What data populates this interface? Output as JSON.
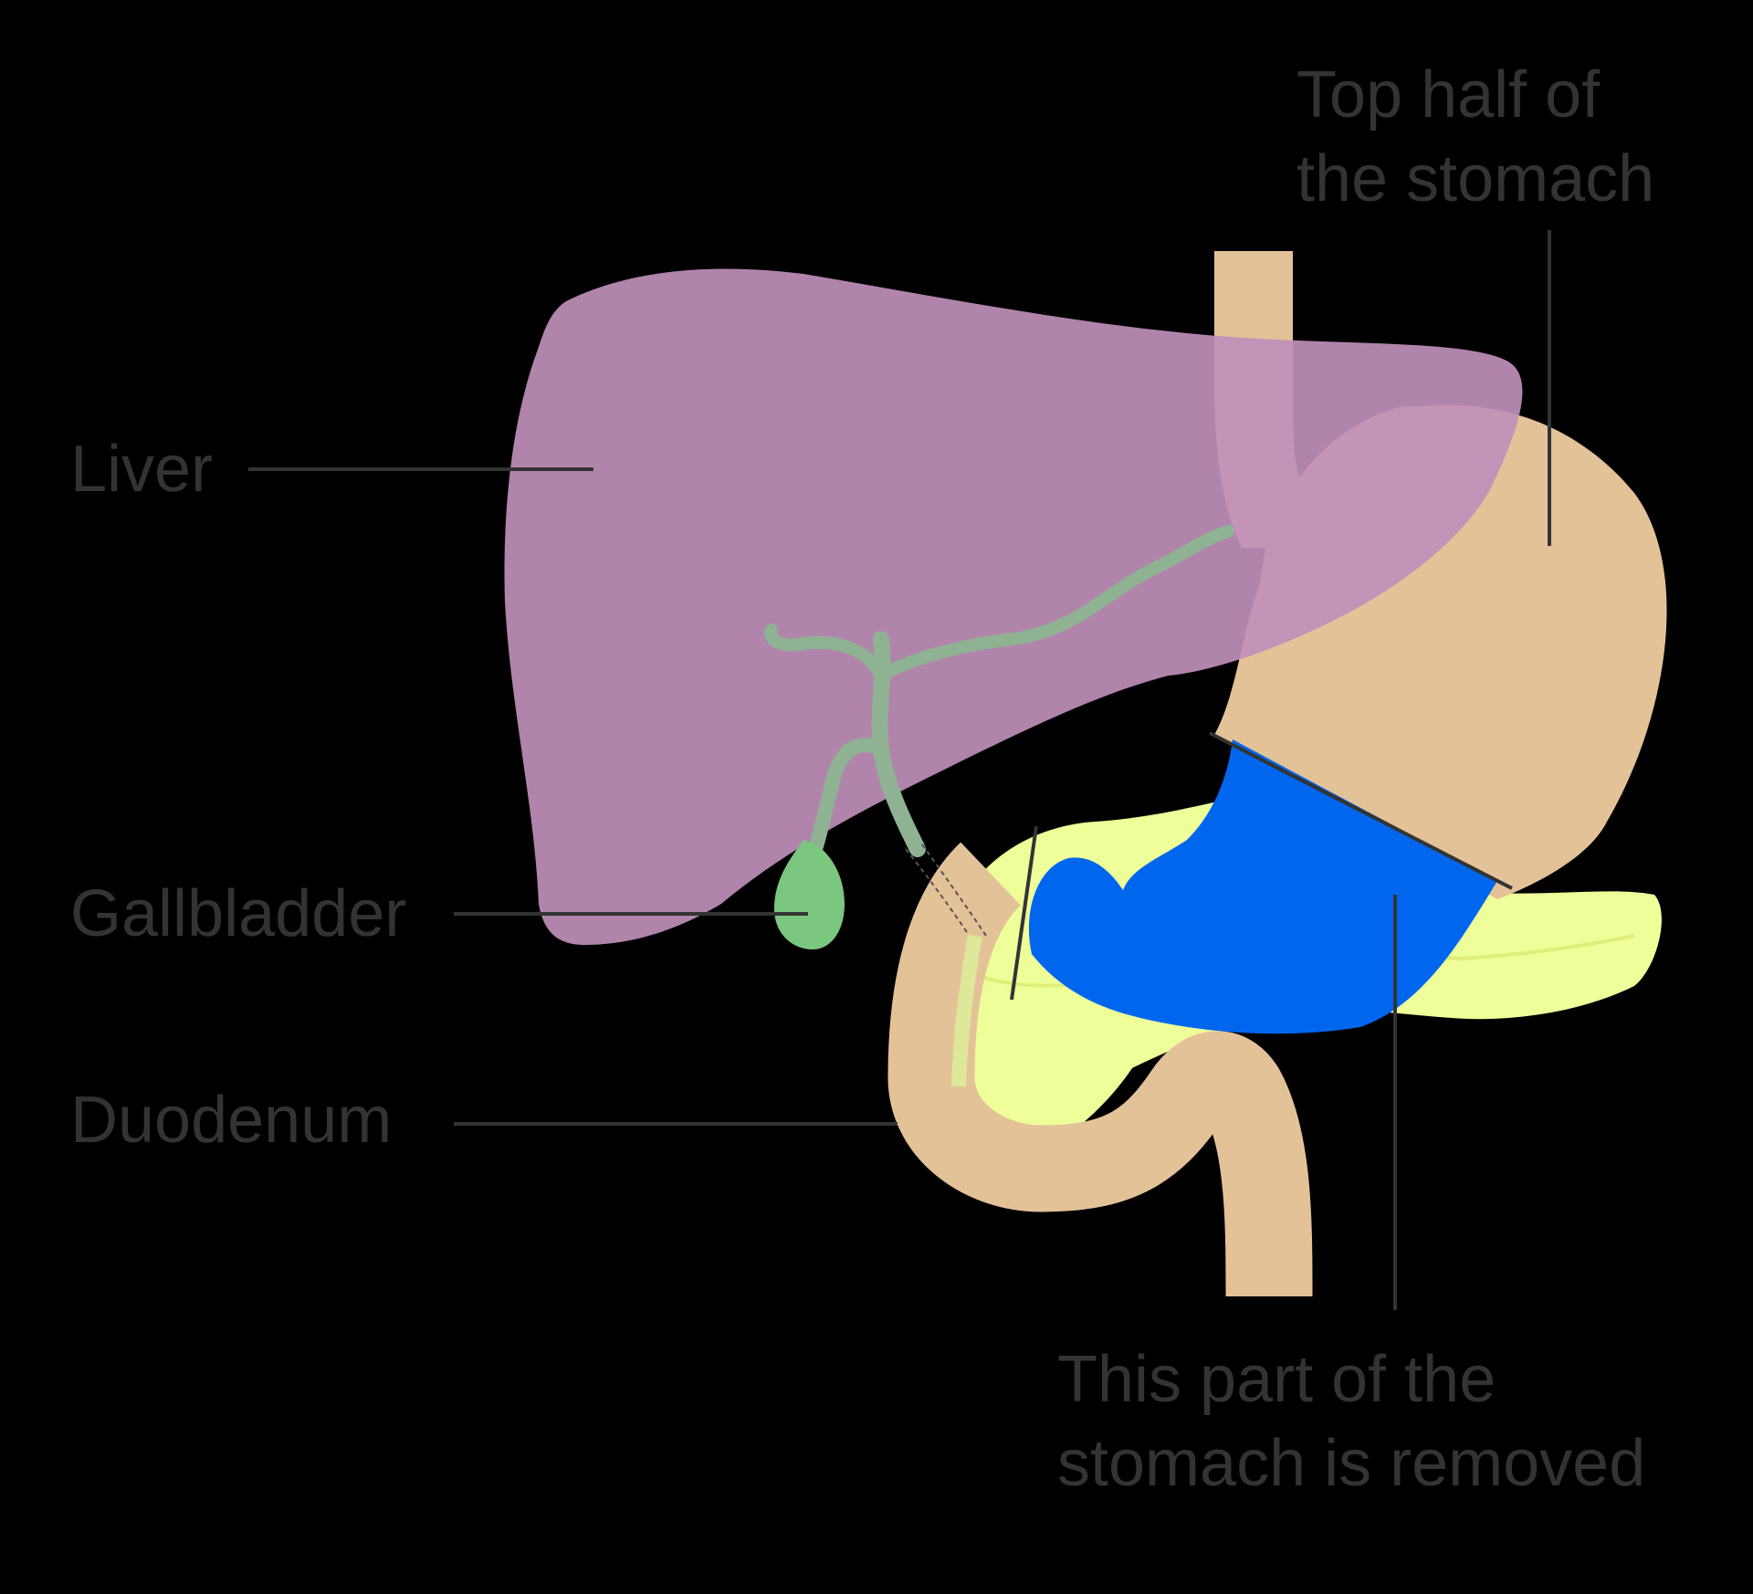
{
  "labels": {
    "liver": "Liver",
    "gallbladder": "Gallbladder",
    "duodenum": "Duodenum",
    "top_half": [
      "Top half of",
      "the stomach"
    ],
    "removed": [
      "This part of the",
      "stomach is removed"
    ]
  },
  "colors": {
    "background": "#000000",
    "liver": "#c08fbb",
    "stomach": "#e4c298",
    "removed_part": "#0066ee",
    "pancreas": "#eeff99",
    "gallbladder": "#7bc77f",
    "bile_duct": "#8fb293",
    "leader_line": "#333333",
    "label_text": "#333333"
  }
}
